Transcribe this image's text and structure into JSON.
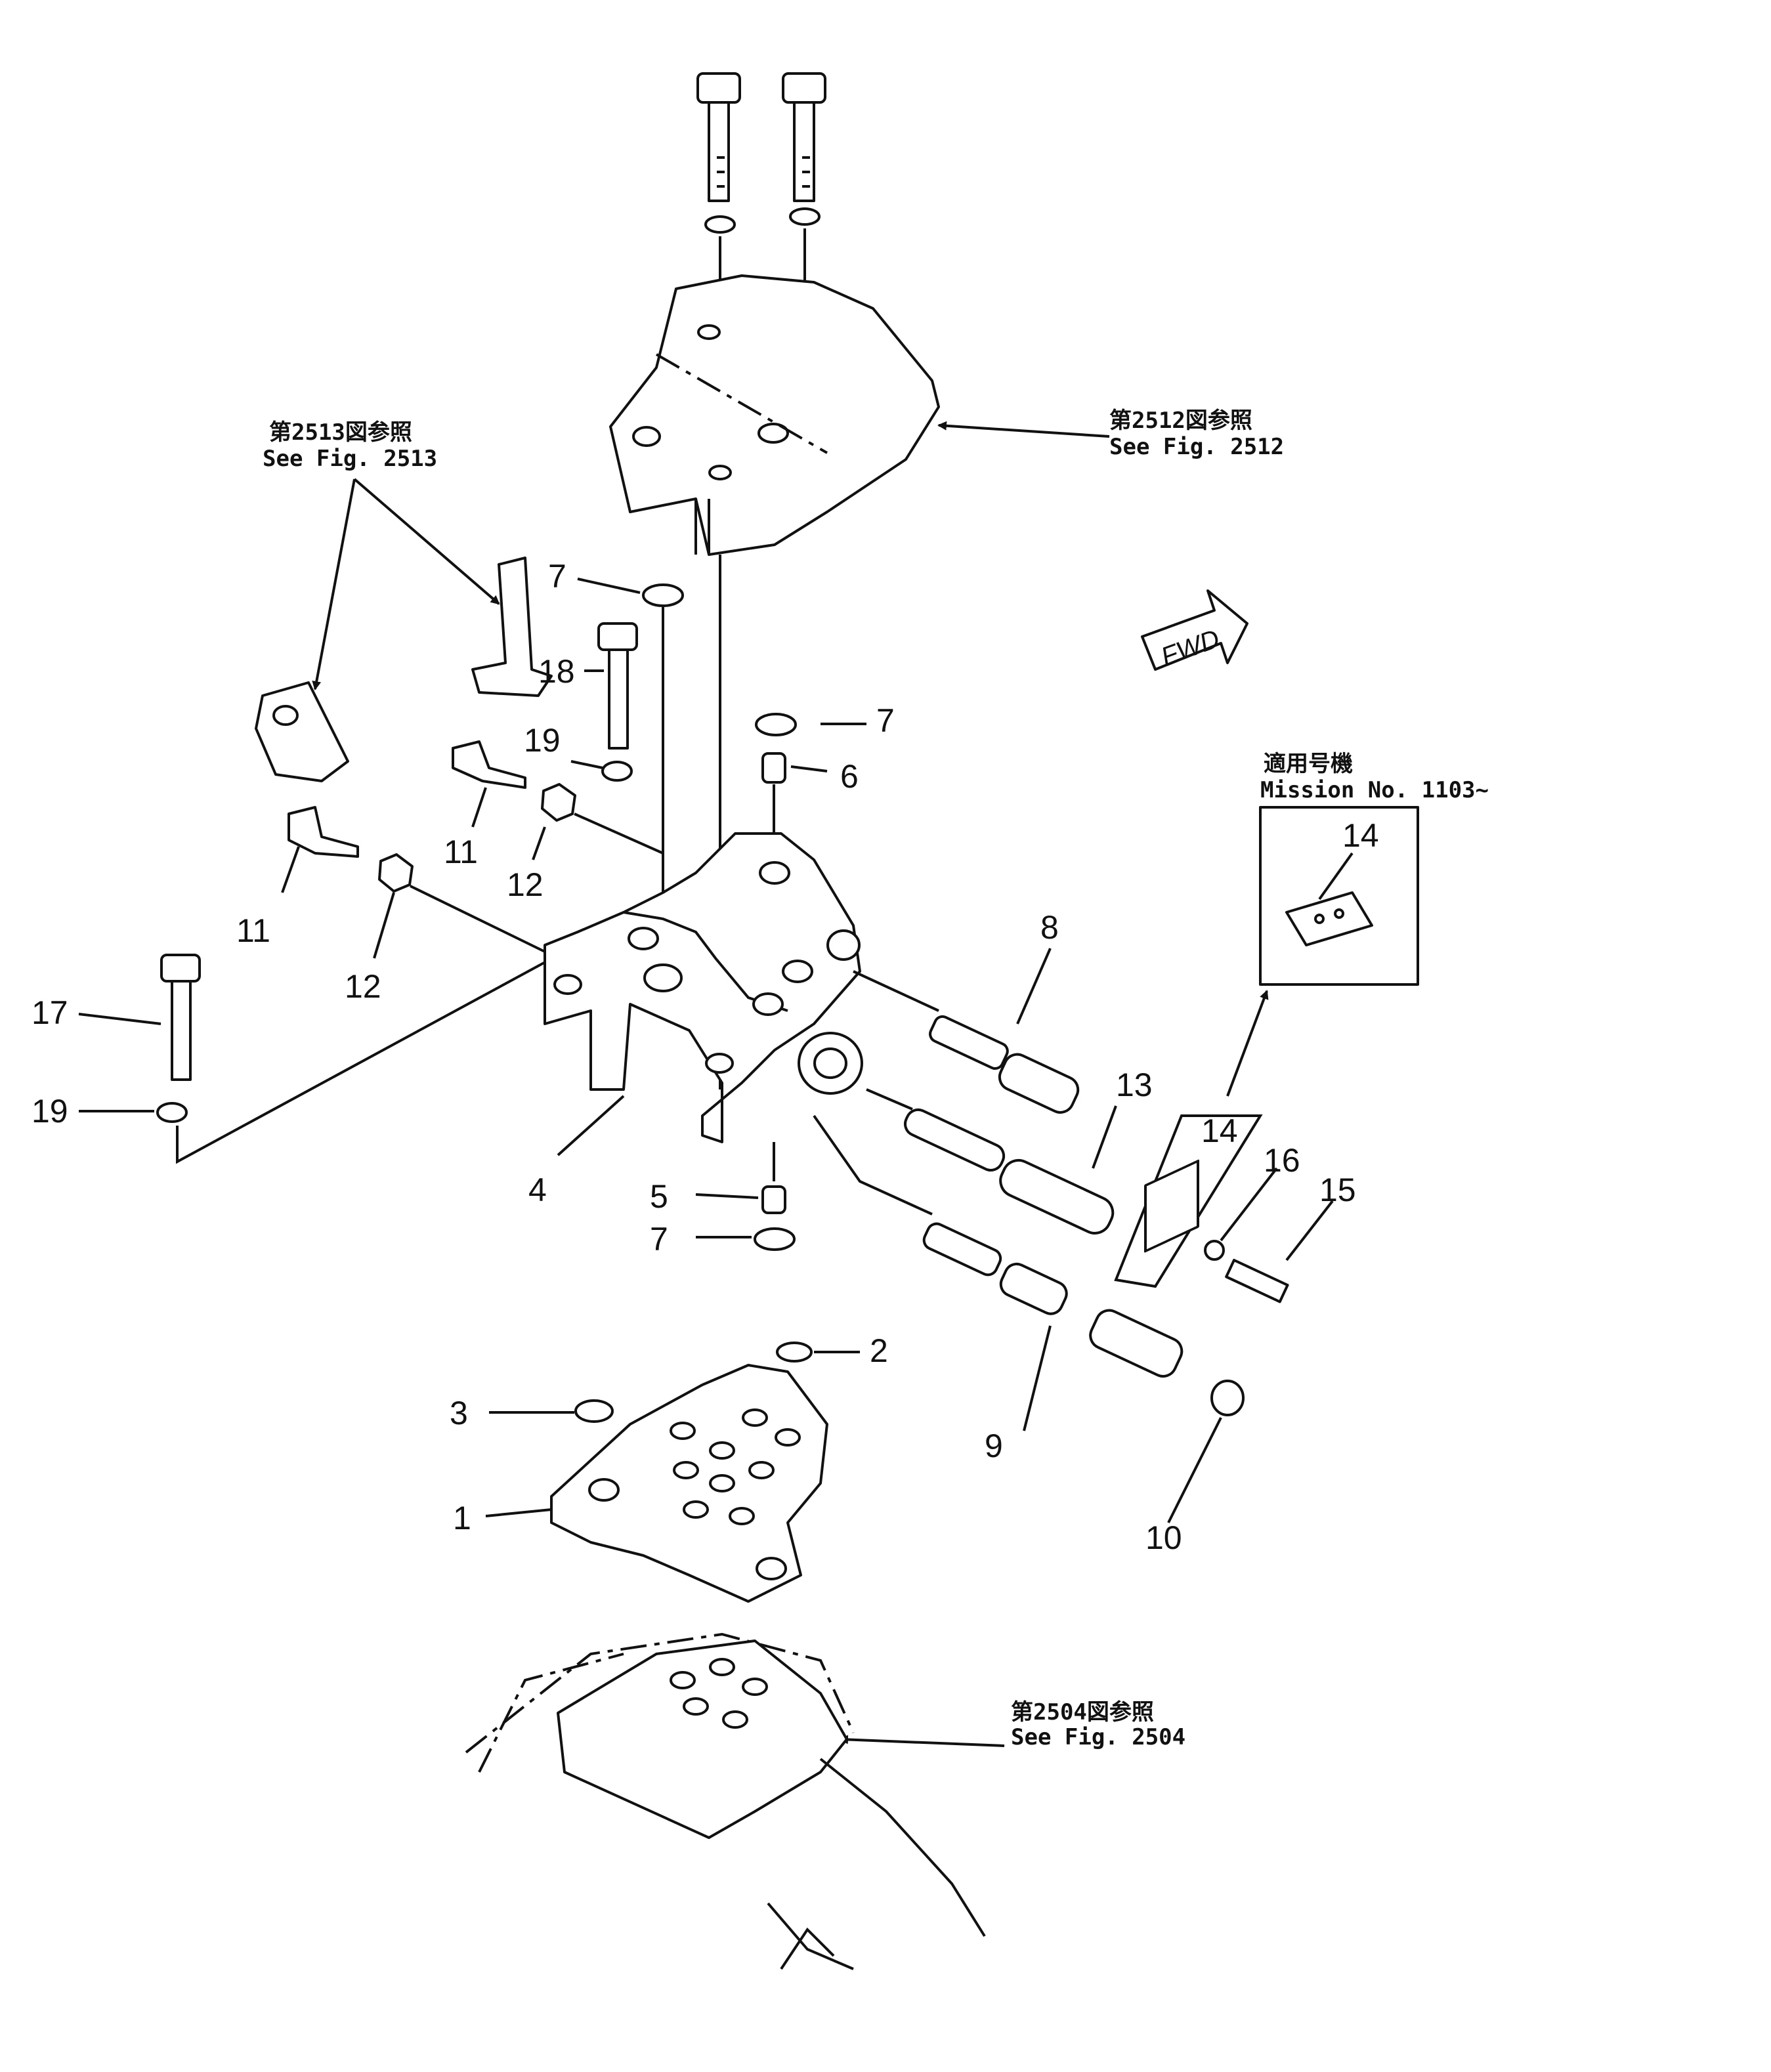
{
  "references": {
    "fig2513": {
      "jp": "第2513図参照",
      "en": "See Fig. 2513"
    },
    "fig2512": {
      "jp": "第2512図参照",
      "en": "See Fig. 2512"
    },
    "fig2504": {
      "jp": "第2504図参照",
      "en": "See Fig. 2504"
    },
    "mission": {
      "jp": "適用号機",
      "en": "Mission No. 1103~"
    }
  },
  "fwd_label": "FWD",
  "parts": {
    "p1": "1",
    "p2": "2",
    "p3": "3",
    "p4": "4",
    "p5": "5",
    "p6": "6",
    "p7a": "7",
    "p7b": "7",
    "p7c": "7",
    "p8": "8",
    "p9": "9",
    "p10": "10",
    "p11a": "11",
    "p11b": "11",
    "p12a": "12",
    "p12b": "12",
    "p13": "13",
    "p14a": "14",
    "p14b": "14",
    "p15": "15",
    "p16": "16",
    "p17": "17",
    "p18": "18",
    "p19a": "19",
    "p19b": "19"
  }
}
